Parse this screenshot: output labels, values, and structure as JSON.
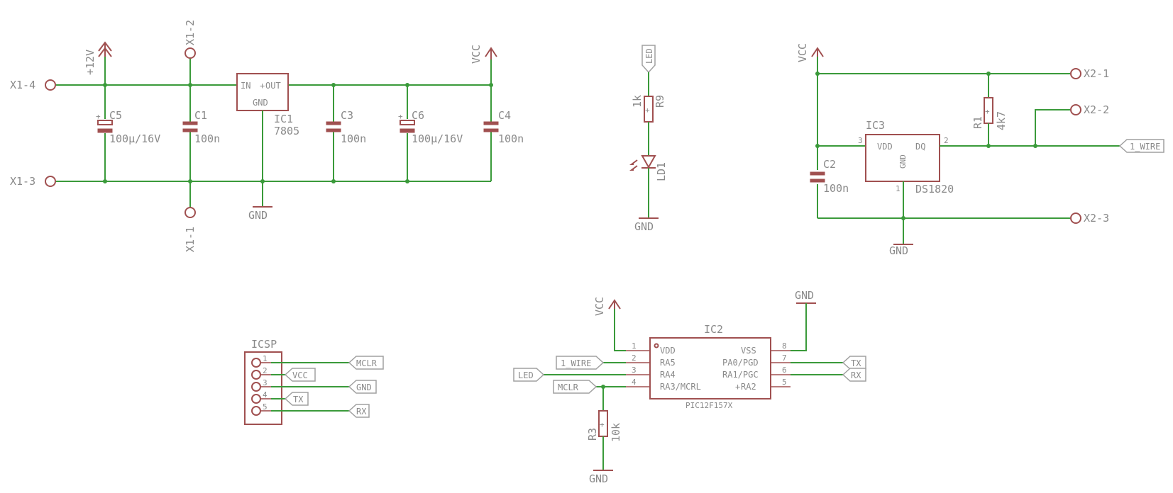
{
  "connectors": {
    "x1_4": "X1-4",
    "x1_3": "X1-3",
    "x1_2": "X1-2",
    "x1_1": "X1-1",
    "x2_1": "X2-1",
    "x2_2": "X2-2",
    "x2_3": "X2-3"
  },
  "supplies": {
    "v12": "+12V",
    "vcc": "VCC",
    "gnd": "GND"
  },
  "regulator": {
    "name": "IC1",
    "value": "7805",
    "pin_in": "IN",
    "pin_out": "OUT",
    "pin_gnd": "GND"
  },
  "capacitors": {
    "c5": {
      "name": "C5",
      "value": "100µ/16V"
    },
    "c1": {
      "name": "C1",
      "value": "100n"
    },
    "c3": {
      "name": "C3",
      "value": "100n"
    },
    "c6": {
      "name": "C6",
      "value": "100µ/16V"
    },
    "c4": {
      "name": "C4",
      "value": "100n"
    },
    "c2": {
      "name": "C2",
      "value": "100n"
    }
  },
  "led_circuit": {
    "tag": "LED",
    "r_name": "R9",
    "r_value": "1k",
    "led_name": "LD1"
  },
  "sensor": {
    "name": "IC3",
    "value": "DS1820",
    "pin_vdd": "VDD",
    "pin_dq": "DQ",
    "pin_gnd": "GND",
    "pin3": "3",
    "pin2": "2",
    "pin1": "1",
    "r_name": "R1",
    "r_value": "4k7",
    "wire_tag": "1_WIRE"
  },
  "icsp": {
    "title": "ICSP",
    "pins": [
      "1",
      "2",
      "3",
      "4",
      "5"
    ],
    "tags": {
      "mclr": "MCLR",
      "vcc": "VCC",
      "gnd": "GND",
      "tx": "TX",
      "rx": "RX"
    }
  },
  "mcu": {
    "name": "IC2",
    "value": "PIC12F157X",
    "left_pins": [
      {
        "num": "1",
        "label": "VDD"
      },
      {
        "num": "2",
        "label": "RA5"
      },
      {
        "num": "3",
        "label": "RA4"
      },
      {
        "num": "4",
        "label": "RA3/MCRL"
      }
    ],
    "right_pins": [
      {
        "num": "8",
        "label": "VSS"
      },
      {
        "num": "7",
        "label": "PA0/PGD"
      },
      {
        "num": "6",
        "label": "RA1/PGC"
      },
      {
        "num": "5",
        "label": "RA2"
      }
    ],
    "tags": {
      "wire": "1_WIRE",
      "led": "LED",
      "mclr": "MCLR",
      "tx": "TX",
      "rx": "RX"
    },
    "r_name": "R3",
    "r_value": "10k"
  }
}
